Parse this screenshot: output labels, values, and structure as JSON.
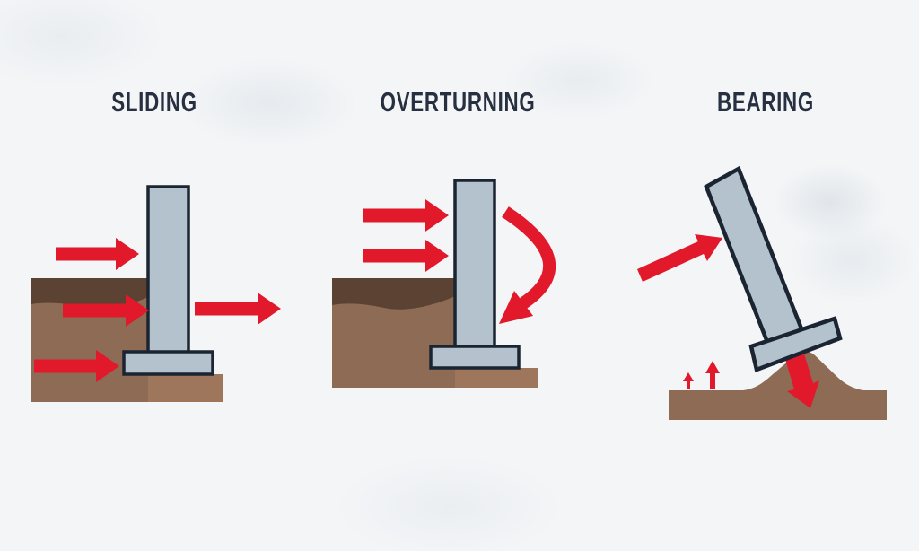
{
  "figure": {
    "panels": [
      {
        "id": "sliding",
        "label": "SLIDING"
      },
      {
        "id": "overturning",
        "label": "OVERTURNING"
      },
      {
        "id": "bearing",
        "label": "BEARING"
      }
    ]
  },
  "colors": {
    "background": "#f3f5f7",
    "title_text": "#273040",
    "arrow_red": "#e2182b",
    "wall_fill": "#b3c2cd",
    "wall_outline": "#1b2531",
    "soil_brown": "#8e6b55",
    "soil_brown_light": "#9d765c",
    "topsoil_dark": "#5c4233"
  }
}
